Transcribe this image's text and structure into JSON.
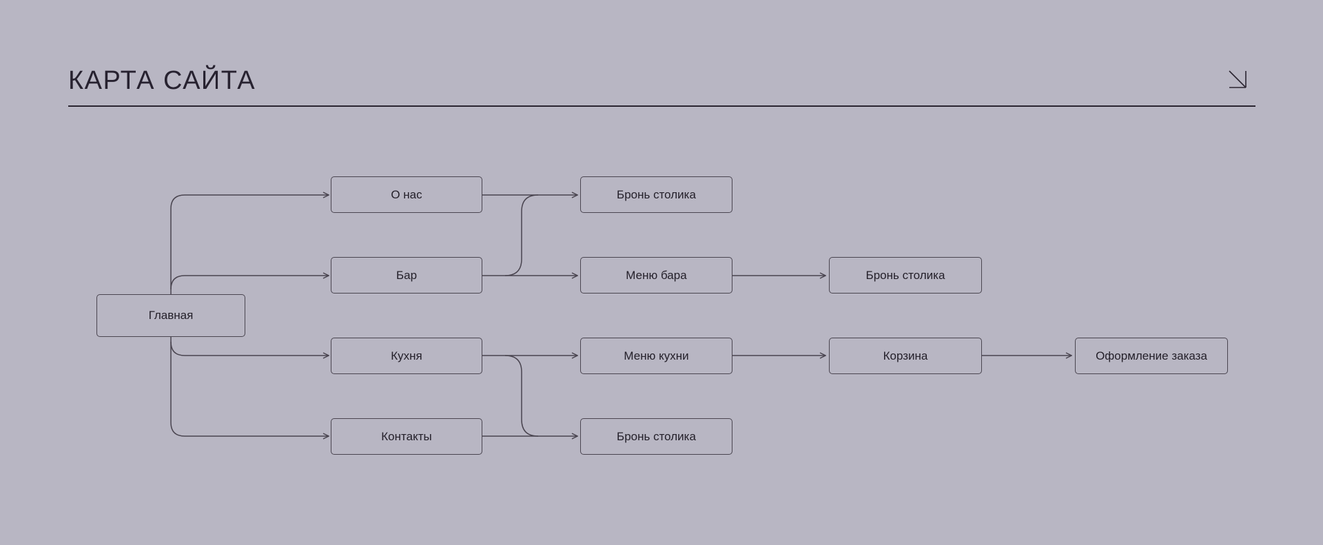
{
  "page": {
    "title": "КАРТА САЙТА",
    "background_color": "#b8b6c3",
    "line_color": "#49444f",
    "text_color": "#24202a",
    "corner_icon": "arrow-down-right"
  },
  "diagram": {
    "type": "sitemap-flowchart",
    "nodes": [
      {
        "id": "glavnaya",
        "label": "Главная"
      },
      {
        "id": "o-nas",
        "label": "О нас"
      },
      {
        "id": "bar",
        "label": "Бар"
      },
      {
        "id": "kuhnya",
        "label": "Кухня"
      },
      {
        "id": "kontakty",
        "label": "Контакты"
      },
      {
        "id": "bron-stolika-1",
        "label": "Бронь столика"
      },
      {
        "id": "menyu-bara",
        "label": "Меню бара"
      },
      {
        "id": "menyu-kuhni",
        "label": "Меню кухни"
      },
      {
        "id": "bron-stolika-2",
        "label": "Бронь столика"
      },
      {
        "id": "bron-stolika-3",
        "label": "Бронь столика"
      },
      {
        "id": "korzina",
        "label": "Корзина"
      },
      {
        "id": "oformlenie-zakaza",
        "label": "Оформление заказа"
      }
    ],
    "edges": [
      {
        "from": "glavnaya",
        "to": "o-nas"
      },
      {
        "from": "glavnaya",
        "to": "bar"
      },
      {
        "from": "glavnaya",
        "to": "kuhnya"
      },
      {
        "from": "glavnaya",
        "to": "kontakty"
      },
      {
        "from": "o-nas",
        "to": "bron-stolika-1"
      },
      {
        "from": "bar",
        "to": "bron-stolika-1"
      },
      {
        "from": "bar",
        "to": "menyu-bara"
      },
      {
        "from": "menyu-bara",
        "to": "bron-stolika-3"
      },
      {
        "from": "kuhnya",
        "to": "menyu-kuhni"
      },
      {
        "from": "kuhnya",
        "to": "bron-stolika-2"
      },
      {
        "from": "kontakty",
        "to": "bron-stolika-2"
      },
      {
        "from": "menyu-kuhni",
        "to": "korzina"
      },
      {
        "from": "korzina",
        "to": "oformlenie-zakaza"
      }
    ]
  }
}
